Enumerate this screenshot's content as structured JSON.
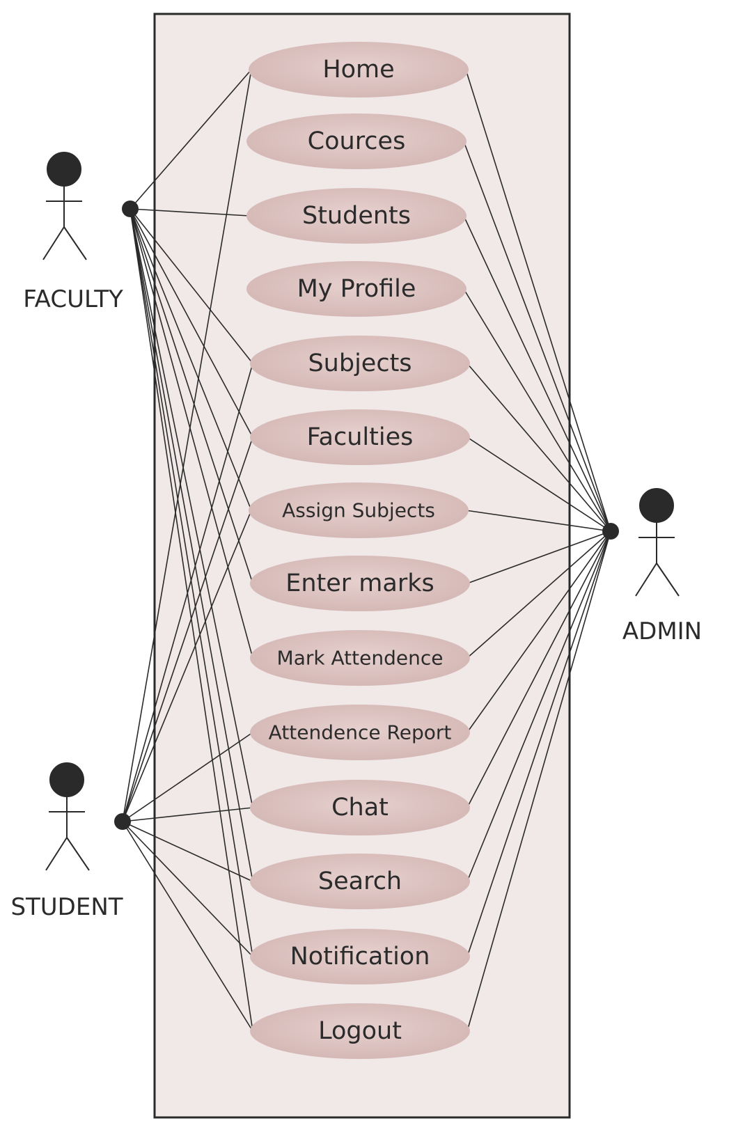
{
  "diagram": {
    "type": "use-case",
    "use_cases": [
      {
        "id": "home",
        "label": "Home"
      },
      {
        "id": "cources",
        "label": "Cources"
      },
      {
        "id": "students",
        "label": "Students"
      },
      {
        "id": "my-profile",
        "label": "My Profile"
      },
      {
        "id": "subjects",
        "label": "Subjects"
      },
      {
        "id": "faculties",
        "label": "Faculties"
      },
      {
        "id": "assign-subjects",
        "label": "Assign Subjects"
      },
      {
        "id": "enter-marks",
        "label": "Enter marks"
      },
      {
        "id": "mark-attendence",
        "label": "Mark Attendence"
      },
      {
        "id": "attendence-report",
        "label": "Attendence Report"
      },
      {
        "id": "chat",
        "label": "Chat"
      },
      {
        "id": "search",
        "label": "Search"
      },
      {
        "id": "notification",
        "label": "Notification"
      },
      {
        "id": "logout",
        "label": "Logout"
      }
    ],
    "actors": [
      {
        "id": "faculty",
        "label": "FACULTY",
        "associations": [
          "home",
          "students",
          "subjects",
          "faculties",
          "assign-subjects",
          "enter-marks",
          "mark-attendence",
          "chat",
          "search",
          "notification",
          "logout"
        ]
      },
      {
        "id": "student",
        "label": "STUDENT",
        "associations": [
          "home",
          "subjects",
          "faculties",
          "assign-subjects",
          "attendence-report",
          "chat",
          "search",
          "notification",
          "logout"
        ]
      },
      {
        "id": "admin",
        "label": "ADMIN",
        "associations": [
          "home",
          "cources",
          "students",
          "my-profile",
          "subjects",
          "faculties",
          "assign-subjects",
          "enter-marks",
          "mark-attendence",
          "attendence-report",
          "chat",
          "search",
          "notification",
          "logout"
        ]
      }
    ],
    "colors": {
      "system_boundary_fill": "#f1e8e8",
      "system_boundary_stroke": "#2a2a2a",
      "use_case_fill": "#dcc2c0",
      "line": "#2a2a2a",
      "actor": "#2a2a2a"
    }
  }
}
